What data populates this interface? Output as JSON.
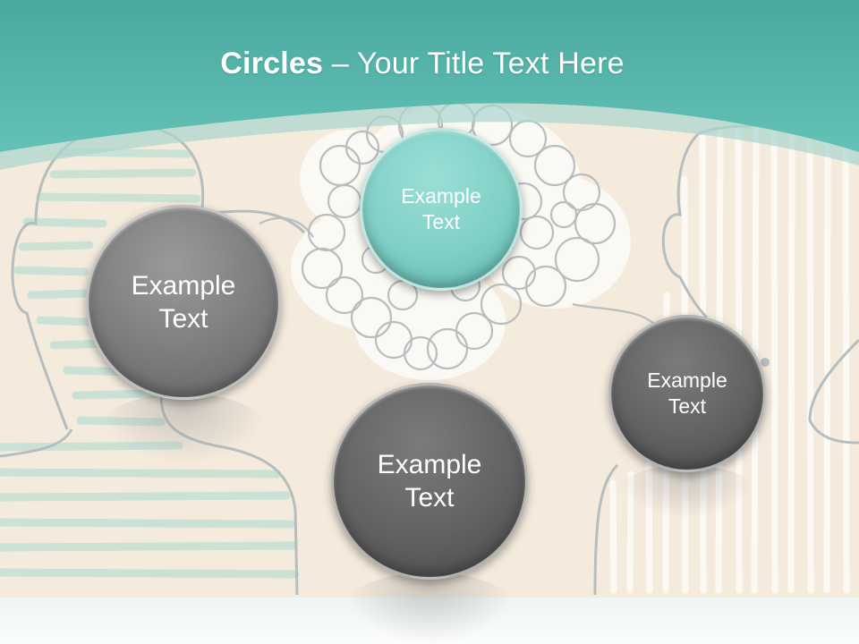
{
  "slide": {
    "title_bold": "Circles",
    "title_rest": " – Your Title Text Here"
  },
  "circles": [
    {
      "line1": "Example",
      "line2": "Text"
    },
    {
      "line1": "Example",
      "line2": "Text"
    },
    {
      "line1": "Example",
      "line2": "Text"
    },
    {
      "line1": "Example",
      "line2": "Text"
    }
  ],
  "colors": {
    "header_teal": "#5ab8ad",
    "background_cream": "#f5ebdd",
    "circle_gray": "#7c7c7c",
    "circle_dark_gray": "#626262",
    "circle_teal": "#7fd0c6"
  }
}
